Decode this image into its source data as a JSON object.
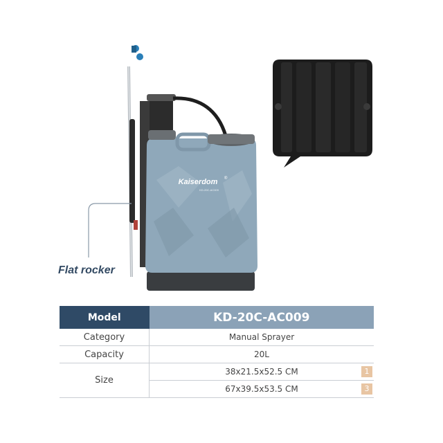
{
  "brand": {
    "name": "Kaiserdom",
    "registered_mark": "®",
    "subtext": "KD-20C-AC009"
  },
  "callout": {
    "label": "Flat rocker"
  },
  "table": {
    "header": {
      "label": "Model",
      "value": "KD-20C-AC009"
    },
    "rows": [
      {
        "label": "Category",
        "value": "Manual Sprayer"
      },
      {
        "label": "Capacity",
        "value": "20L"
      }
    ],
    "size": {
      "label": "Size",
      "entries": [
        {
          "value": "38x21.5x52.5 CM",
          "badge": "1"
        },
        {
          "value": "67x39.5x53.5 CM",
          "badge": "3"
        }
      ]
    }
  },
  "colors": {
    "header_dark": "#2f4a66",
    "header_light": "#8ba2b7",
    "tank": "#8fa8ba",
    "badge": "#e8c5a3",
    "label_text": "#334a63"
  }
}
